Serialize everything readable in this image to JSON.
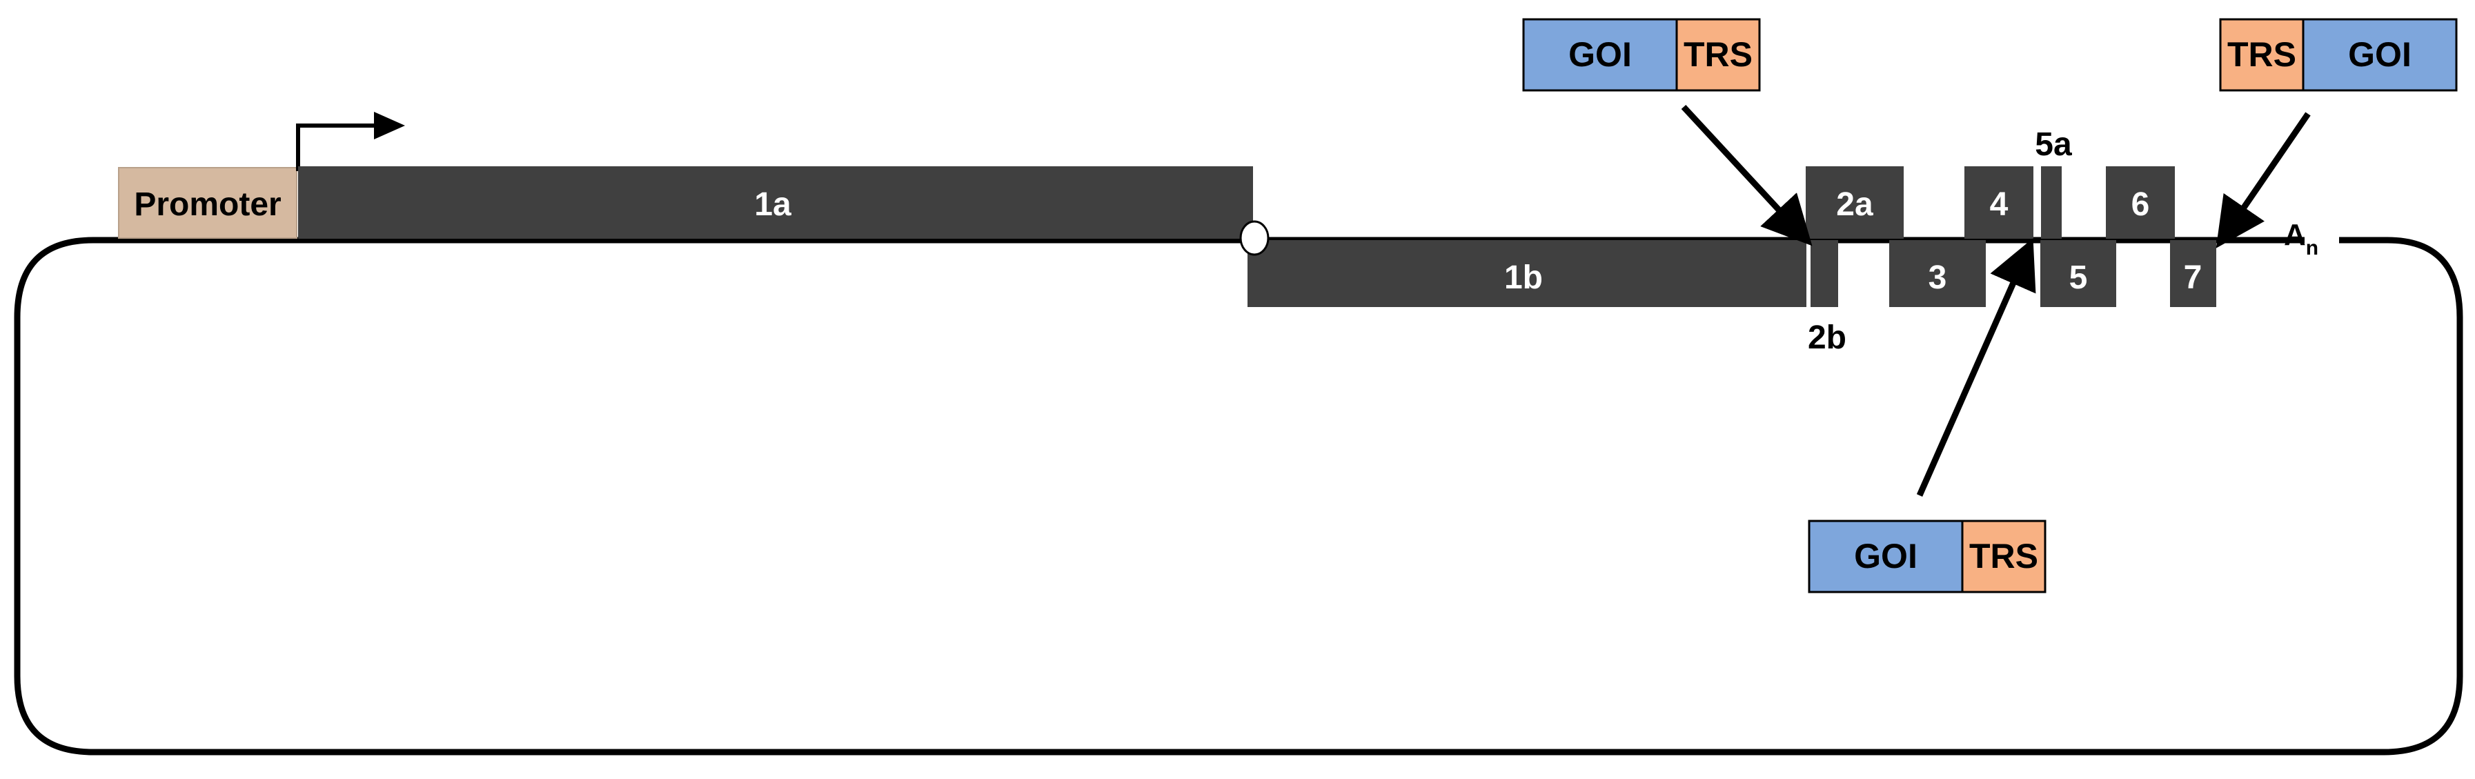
{
  "promoter": {
    "label": "Promoter"
  },
  "genes": {
    "g1a": "1a",
    "g1b": "1b",
    "g2a": "2a",
    "g2b": "2b",
    "g3": "3",
    "g4": "4",
    "g5a": "5a",
    "g5": "5",
    "g6": "6",
    "g7": "7"
  },
  "polya": {
    "base": "A",
    "sub": "n"
  },
  "cassettes": [
    {
      "goi": "GOI",
      "trs": "TRS"
    },
    {
      "goi": "GOI",
      "trs": "TRS"
    },
    {
      "trs": "TRS",
      "goi": "GOI"
    }
  ],
  "colors": {
    "gene_fill": "#404040",
    "promoter_fill": "#d5b9a0",
    "goi_fill": "#7ea6dc",
    "trs_fill": "#f8b183",
    "outline": "#000000"
  }
}
